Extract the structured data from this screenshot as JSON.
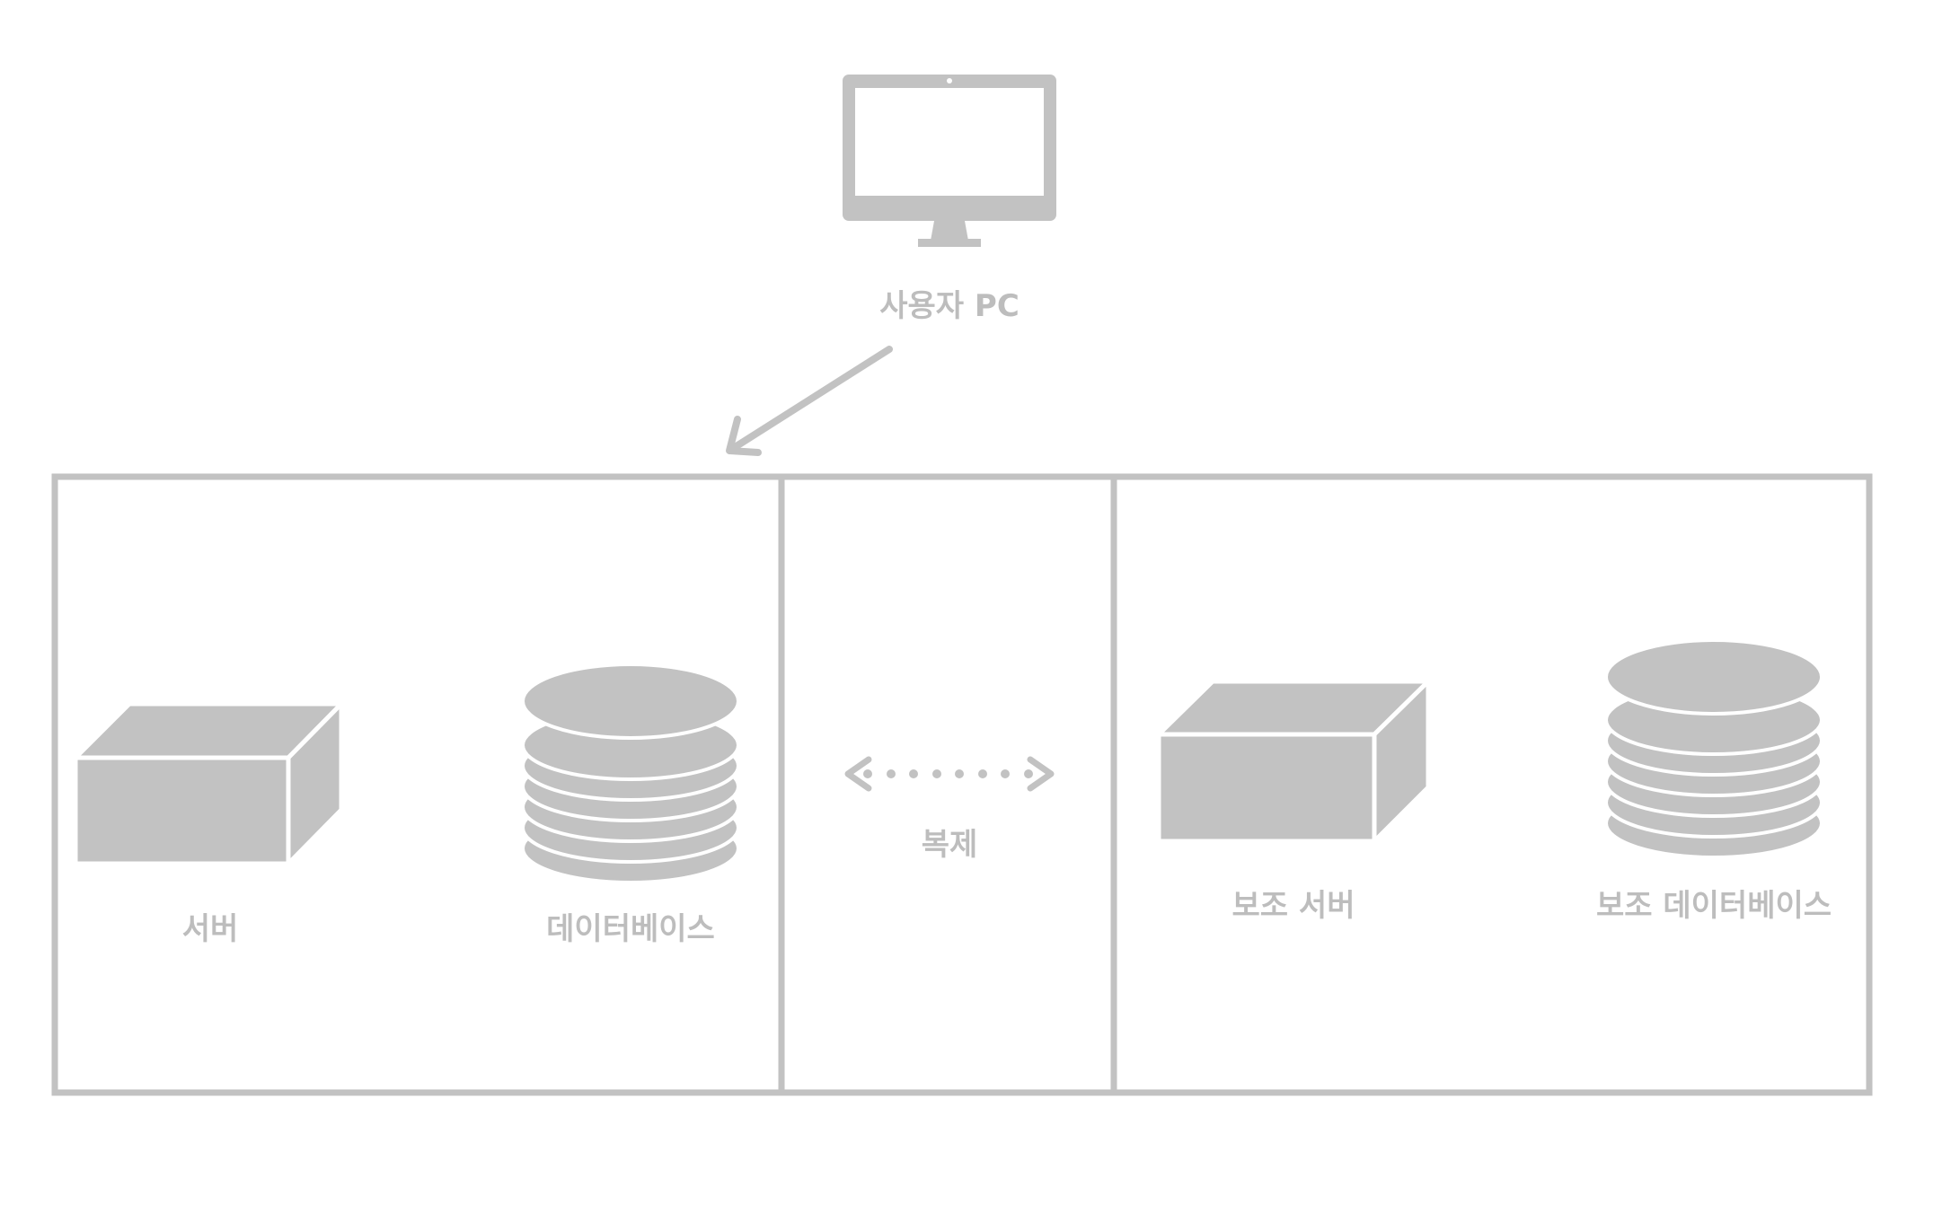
{
  "colors": {
    "stroke": "#c2c2c2",
    "fill": "#c2c2c2",
    "label": "#bdbdbd",
    "background": "#ffffff"
  },
  "nodes": {
    "user_pc": {
      "label": "사용자 PC",
      "icon": "monitor-icon"
    },
    "server": {
      "label": "서버",
      "icon": "server-box-icon"
    },
    "database": {
      "label": "데이터베이스",
      "icon": "database-stack-icon"
    },
    "replication": {
      "label": "복제",
      "icon": "bidirectional-dotted-arrow-icon"
    },
    "backup_server": {
      "label": "보조 서버",
      "icon": "server-box-icon"
    },
    "backup_database": {
      "label": "보조 데이터베이스",
      "icon": "database-stack-icon"
    }
  },
  "edges": [
    {
      "from": "user_pc",
      "to": "primary-zone",
      "style": "solid-arrow"
    },
    {
      "from": "primary-zone",
      "to": "backup-zone",
      "style": "dotted-bidirectional"
    }
  ]
}
